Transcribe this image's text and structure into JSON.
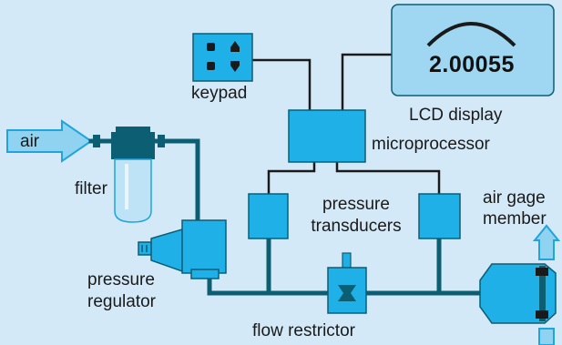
{
  "diagram": {
    "labels": {
      "air": "air",
      "filter": "filter",
      "keypad": "keypad",
      "lcd_display": "LCD display",
      "lcd_reading": "2.00055",
      "microprocessor": "microprocessor",
      "pressure_transducers": [
        "pressure",
        "transducers"
      ],
      "air_gage_member": [
        "air gage",
        "member"
      ],
      "pressure_regulator": [
        "pressure",
        "regulator"
      ],
      "flow_restrictor": "flow restrictor"
    },
    "colors": {
      "background": "#d4e9f7",
      "component_fill": "#1fb0e8",
      "pipe": "#0c5e73",
      "wire": "#1a1a1a",
      "filter_bowl": "#bfe3f6",
      "arrow_fill": "#8fd3f1",
      "lcd_fill": "#9fd6f1"
    }
  }
}
